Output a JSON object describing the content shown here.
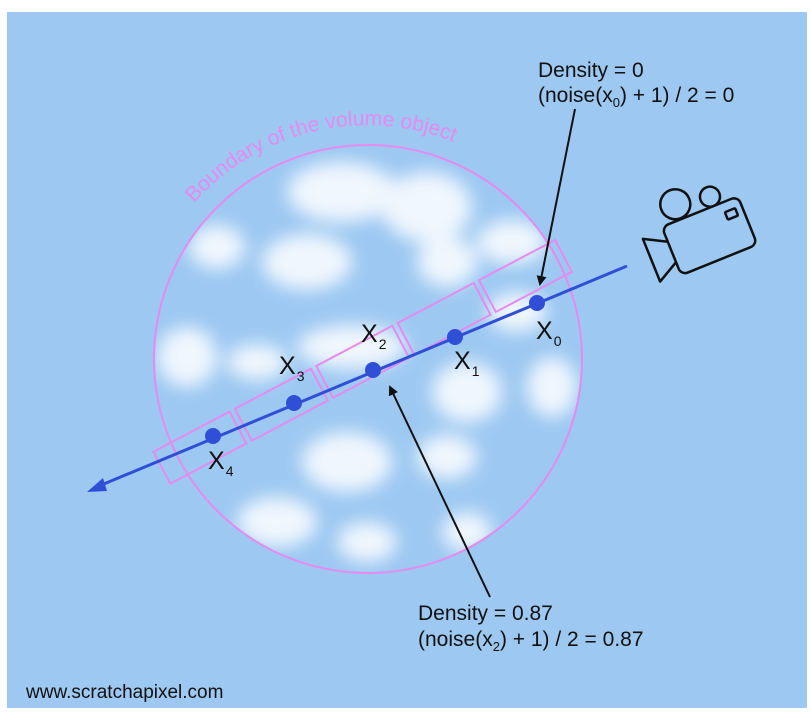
{
  "boundary_label": "Boundary of the volume object",
  "samples": [
    {
      "id": "x0",
      "symbol": "X",
      "sub": "0"
    },
    {
      "id": "x1",
      "symbol": "X",
      "sub": "1"
    },
    {
      "id": "x2",
      "symbol": "X",
      "sub": "2"
    },
    {
      "id": "x3",
      "symbol": "X",
      "sub": "3"
    },
    {
      "id": "x4",
      "symbol": "X",
      "sub": "4"
    }
  ],
  "annotation_top": {
    "line1": "Density = 0",
    "formula_pre": "(noise(x",
    "formula_sub": "0",
    "formula_post": ") + 1) / 2 = 0"
  },
  "annotation_bottom": {
    "line1": "Density = 0.87",
    "formula_pre": "(noise(x",
    "formula_sub": "2",
    "formula_post": ") + 1) / 2 = 0.87"
  },
  "footer": "www.scratchapixel.com",
  "colors": {
    "background": "#9cc8f2",
    "ray": "#2f4fd6",
    "boundary": "#e58bf0",
    "text": "#111111"
  },
  "icons": [
    "camera-icon"
  ]
}
